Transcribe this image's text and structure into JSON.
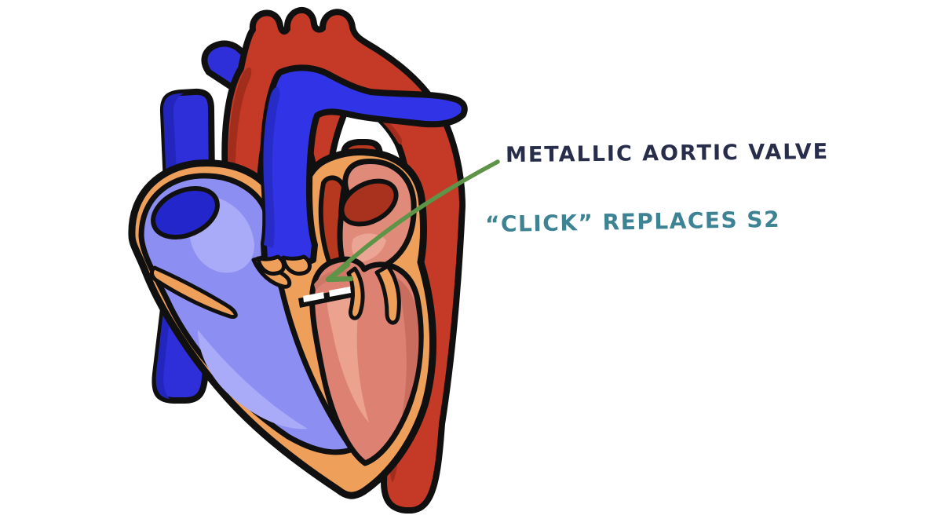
{
  "figure": {
    "subject": "Cartoon cross-section of the heart with a prosthetic metallic aortic valve",
    "background_color": "#ffffff"
  },
  "annotations": {
    "valve_label": "METALLIC AORTIC VALVE",
    "valve_label_color": "#272d4a",
    "sound_label": "“CLICK” REPLACES S2",
    "sound_label_color": "#3e8394",
    "arrow_color": "#5d9447",
    "arrow_points_to": "metallic aortic valve"
  },
  "heart": {
    "palette": {
      "aorta_red": "#c53a26",
      "aorta_shade": "#a32d1c",
      "vein_blue": "#2e2fd8",
      "pulmonary_blue": "#3134e6",
      "heart_wall_orange": "#eea05b",
      "right_chambers": "#8d8ef1",
      "right_highlight": "#a9aaf8",
      "caval_opening_blue": "#2226cb",
      "left_atrium": "#e08a7a",
      "left_ventricle": "#dd8273",
      "left_highlight": "#eba28f",
      "pulmonary_vein_opening": "#a8321e",
      "aortic_root": "#b5381f",
      "valve_disc_white": "#ffffff",
      "outline": "#101010"
    },
    "parts": [
      "aorta",
      "aortic arch branches",
      "pulmonary artery",
      "superior vena cava",
      "inferior vena cava",
      "heart wall",
      "right atrium",
      "right ventricle",
      "left atrium",
      "left ventricle",
      "aortic root",
      "metallic aortic valve",
      "tricuspid valve leaflets",
      "mitral valve leaflet",
      "pulmonary valve cusps"
    ]
  }
}
